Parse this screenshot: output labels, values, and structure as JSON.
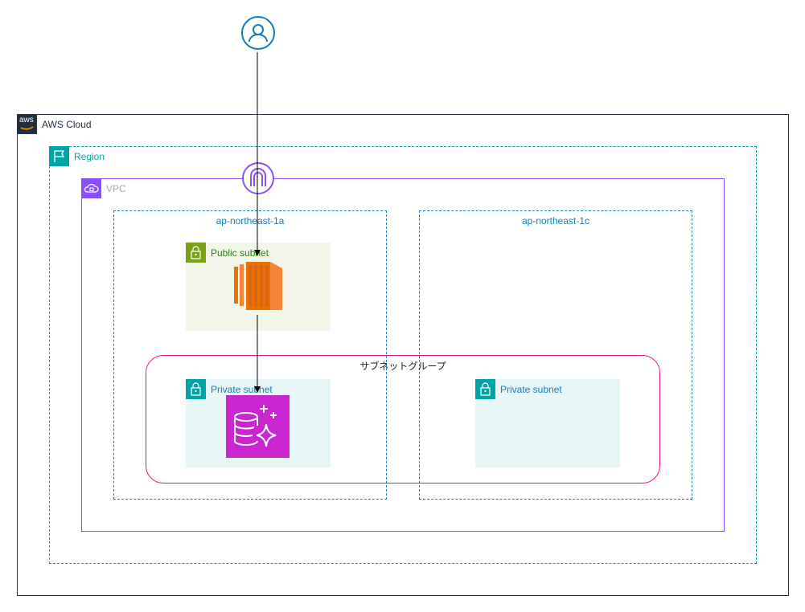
{
  "diagram": {
    "aws_cloud": {
      "label": "AWS Cloud",
      "logo_text": "aws"
    },
    "region": {
      "label": "Region"
    },
    "vpc": {
      "label": "VPC"
    },
    "az_a": {
      "label": "ap-northeast-1a"
    },
    "az_c": {
      "label": "ap-northeast-1c"
    },
    "public_subnet": {
      "label": "Public subnet"
    },
    "private_subnet_a": {
      "label": "Private subnet"
    },
    "private_subnet_c": {
      "label": "Private subnet"
    },
    "subnet_group": {
      "label": "サブネットグループ"
    }
  },
  "colors": {
    "cloud_border": "#232f3e",
    "region_border": "#00a4a6",
    "vpc_border": "#8c4fff",
    "az_border": "#147eba",
    "public_fill": "#f2f6e8",
    "public_accent": "#7aa116",
    "private_fill": "#e6f6f7",
    "private_accent": "#00a4a6",
    "subnet_group_border": "#e7157b",
    "ec2": "#ed7100",
    "rds": "#c925d1",
    "user": "#147eba"
  }
}
